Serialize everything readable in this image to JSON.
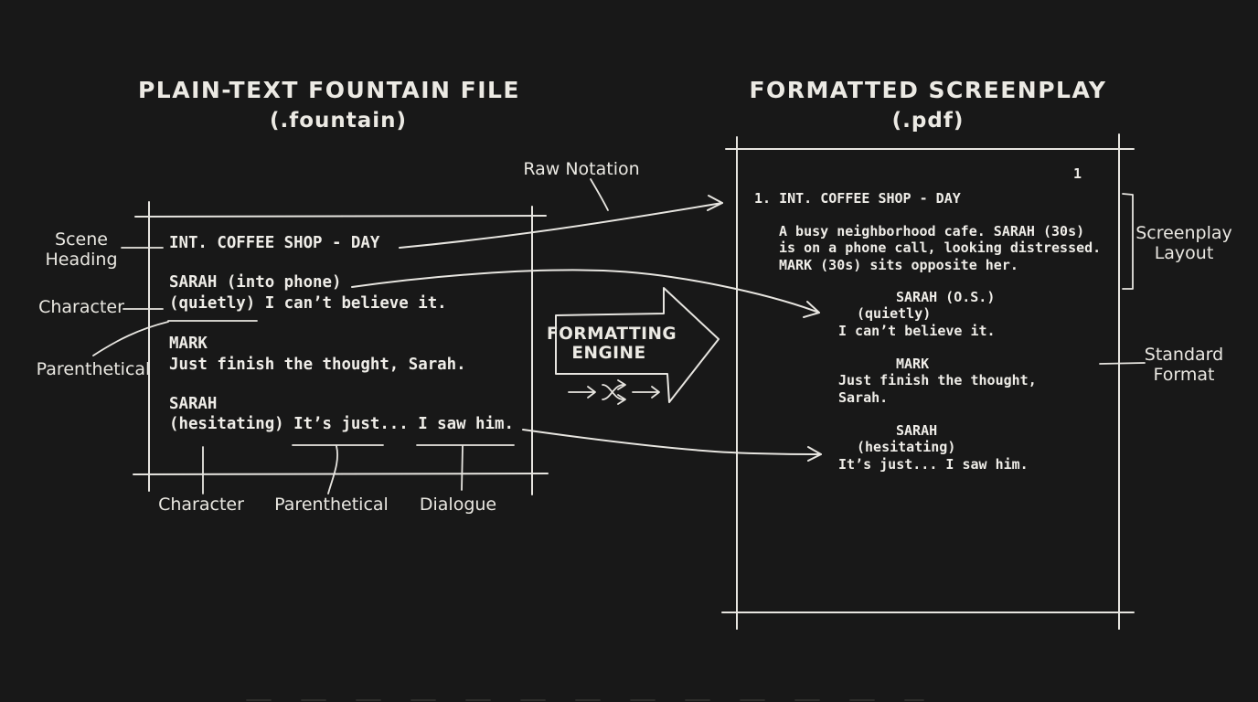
{
  "theme": {
    "background": "#181818",
    "ink": "#ECEAE4"
  },
  "left_panel": {
    "title": "PLAIN-TEXT FOUNTAIN FILE",
    "subtitle": "(.fountain)",
    "code": {
      "line1": "INT. COFFEE SHOP - DAY",
      "line2": "SARAH (into phone)",
      "line3": "(quietly) I can’t believe it.",
      "line4": "MARK",
      "line5": "Just finish the thought, Sarah.",
      "line6": "SARAH",
      "line7": "(hesitating) It’s just... I saw him."
    },
    "side_labels": {
      "scene_heading": "Scene Heading",
      "character": "Character",
      "parenthetical": "Parenthetical"
    },
    "bottom_labels": [
      "Character",
      "Parenthetical",
      "Dialogue"
    ]
  },
  "middle": {
    "raw_notation": "Raw Notation",
    "engine_label": "FORMATTING ENGINE"
  },
  "right_panel": {
    "title": "FORMATTED SCREENPLAY",
    "subtitle": "(.pdf)",
    "page_number": "1",
    "scene_heading": "1. INT. COFFEE SHOP - DAY",
    "action": [
      "A busy neighborhood cafe. SARAH (30s)",
      "is on a phone call, looking distressed.",
      "MARK (30s) sits opposite her."
    ],
    "dialogue": {
      "char1": "SARAH (O.S.)",
      "paren1": "(quietly)",
      "line1": "I can’t believe it.",
      "char2": "MARK",
      "line2a": "Just finish the thought,",
      "line2b": "Sarah.",
      "char3": "SARAH",
      "paren3": "(hesitating)",
      "line3": "It’s just... I saw him."
    },
    "side_labels": {
      "screenplay_layout": "Screenplay Layout",
      "standard_format": "Standard Format"
    }
  }
}
